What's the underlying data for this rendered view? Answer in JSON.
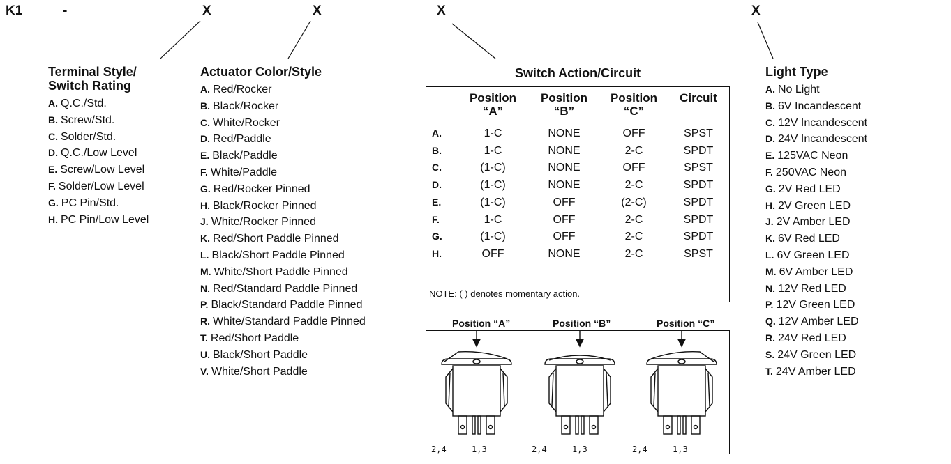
{
  "part_code": {
    "prefix": "K1",
    "dash": "-",
    "placeholders": [
      "X",
      "X",
      "X",
      "X"
    ]
  },
  "terminal": {
    "title_line1": "Terminal Style/",
    "title_line2": "Switch Rating",
    "options": [
      {
        "letter": "A.",
        "text": "Q.C./Std."
      },
      {
        "letter": "B.",
        "text": "Screw/Std."
      },
      {
        "letter": "C.",
        "text": "Solder/Std."
      },
      {
        "letter": "D.",
        "text": "Q.C./Low Level"
      },
      {
        "letter": "E.",
        "text": "Screw/Low Level"
      },
      {
        "letter": "F.",
        "text": "Solder/Low Level"
      },
      {
        "letter": "G.",
        "text": "PC Pin/Std."
      },
      {
        "letter": "H.",
        "text": "PC Pin/Low Level"
      }
    ]
  },
  "actuator": {
    "title": "Actuator Color/Style",
    "options": [
      {
        "letter": "A.",
        "text": "Red/Rocker"
      },
      {
        "letter": "B.",
        "text": "Black/Rocker"
      },
      {
        "letter": "C.",
        "text": "White/Rocker"
      },
      {
        "letter": "D.",
        "text": "Red/Paddle"
      },
      {
        "letter": "E.",
        "text": "Black/Paddle"
      },
      {
        "letter": "F.",
        "text": "White/Paddle"
      },
      {
        "letter": "G.",
        "text": "Red/Rocker Pinned"
      },
      {
        "letter": "H.",
        "text": "Black/Rocker Pinned"
      },
      {
        "letter": "J.",
        "text": "White/Rocker Pinned"
      },
      {
        "letter": "K.",
        "text": "Red/Short Paddle Pinned"
      },
      {
        "letter": "L.",
        "text": "Black/Short Paddle Pinned"
      },
      {
        "letter": "M.",
        "text": "White/Short Paddle Pinned"
      },
      {
        "letter": "N.",
        "text": "Red/Standard Paddle Pinned"
      },
      {
        "letter": "P.",
        "text": "Black/Standard Paddle Pinned"
      },
      {
        "letter": "R.",
        "text": "White/Standard Paddle Pinned"
      },
      {
        "letter": "T.",
        "text": "Red/Short Paddle"
      },
      {
        "letter": "U.",
        "text": "Black/Short Paddle"
      },
      {
        "letter": "V.",
        "text": "White/Short Paddle"
      }
    ]
  },
  "switch_action": {
    "title": "Switch Action/Circuit",
    "headers": [
      {
        "line1": "Position",
        "line2": "“A”"
      },
      {
        "line1": "Position",
        "line2": "“B”"
      },
      {
        "line1": "Position",
        "line2": "“C”"
      },
      {
        "line1": "Circuit",
        "line2": ""
      }
    ],
    "rows": [
      {
        "letter": "A.",
        "a": "1-C",
        "b": "NONE",
        "c": "OFF",
        "circuit": "SPST"
      },
      {
        "letter": "B.",
        "a": "1-C",
        "b": "NONE",
        "c": "2-C",
        "circuit": "SPDT"
      },
      {
        "letter": "C.",
        "a": "(1-C)",
        "b": "NONE",
        "c": "OFF",
        "circuit": "SPST"
      },
      {
        "letter": "D.",
        "a": "(1-C)",
        "b": "NONE",
        "c": "2-C",
        "circuit": "SPDT"
      },
      {
        "letter": "E.",
        "a": "(1-C)",
        "b": "OFF",
        "c": "(2-C)",
        "circuit": "SPDT"
      },
      {
        "letter": "F.",
        "a": "1-C",
        "b": "OFF",
        "c": "2-C",
        "circuit": "SPDT"
      },
      {
        "letter": "G.",
        "a": "(1-C)",
        "b": "OFF",
        "c": "2-C",
        "circuit": "SPDT"
      },
      {
        "letter": "H.",
        "a": "OFF",
        "b": "NONE",
        "c": "2-C",
        "circuit": "SPST"
      }
    ],
    "note_prefix": "NOTE:",
    "note_text": " ( ) denotes momentary action.",
    "positions": [
      {
        "label": "Position “A”",
        "pins_left": "2,4",
        "pins_right": "1,3",
        "rocker": "left"
      },
      {
        "label": "Position “B”",
        "pins_left": "2,4",
        "pins_right": "1,3",
        "rocker": "center"
      },
      {
        "label": "Position “C”",
        "pins_left": "2,4",
        "pins_right": "1,3",
        "rocker": "right"
      }
    ]
  },
  "light": {
    "title": "Light Type",
    "options": [
      {
        "letter": "A.",
        "text": "No Light"
      },
      {
        "letter": "B.",
        "text": "6V Incandescent"
      },
      {
        "letter": "C.",
        "text": "12V Incandescent"
      },
      {
        "letter": "D.",
        "text": "24V Incandescent"
      },
      {
        "letter": "E.",
        "text": "125VAC Neon"
      },
      {
        "letter": "F.",
        "text": "250VAC Neon"
      },
      {
        "letter": "G.",
        "text": "2V Red LED"
      },
      {
        "letter": "H.",
        "text": "2V Green LED"
      },
      {
        "letter": "J.",
        "text": "2V Amber LED"
      },
      {
        "letter": "K.",
        "text": "6V Red LED"
      },
      {
        "letter": "L.",
        "text": "6V Green LED"
      },
      {
        "letter": "M.",
        "text": "6V Amber LED"
      },
      {
        "letter": "N.",
        "text": "12V Red LED"
      },
      {
        "letter": "P.",
        "text": "12V Green LED"
      },
      {
        "letter": "Q.",
        "text": "12V Amber LED"
      },
      {
        "letter": "R.",
        "text": "24V Red LED"
      },
      {
        "letter": "S.",
        "text": "24V Green LED"
      },
      {
        "letter": "T.",
        "text": "24V Amber LED"
      }
    ]
  }
}
